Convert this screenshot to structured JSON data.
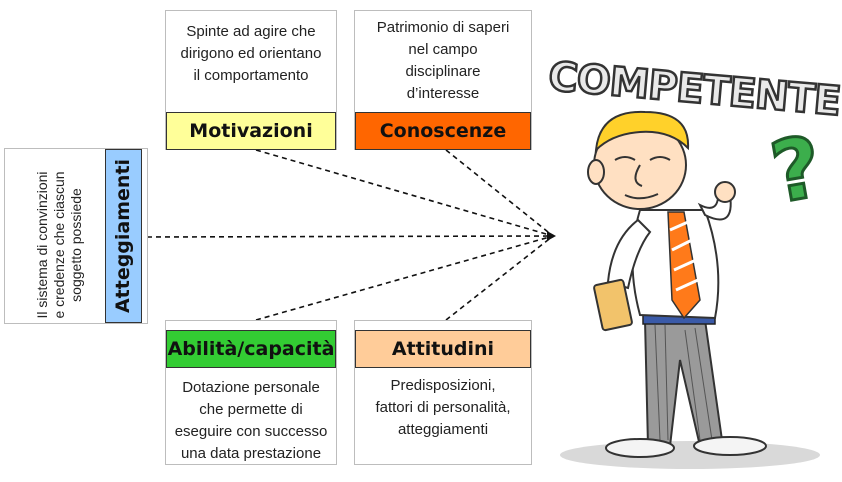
{
  "center_title": "COMPETENTE",
  "question_mark": "?",
  "boxes": {
    "motivazioni": {
      "label": "Motivazioni",
      "text": "Spinte ad agire che\ndirigono ed orientano\nil comportamento",
      "color": "#ffff99"
    },
    "conoscenze": {
      "label": "Conoscenze",
      "text": "Patrimonio di saperi\nnel campo\ndisciplinare\nd’interesse",
      "color": "#ff6600"
    },
    "abilita": {
      "label": "Abilità/capacità",
      "text": "Dotazione personale\nche permette di\neseguire con successo\nuna data prestazione",
      "color": "#33cc33"
    },
    "attitudini": {
      "label": "Attitudini",
      "text": "Predisposizioni,\nfattori di personalità,\natteggiamenti",
      "color": "#ffcc99"
    },
    "atteggiamenti": {
      "label": "Atteggiamenti",
      "text": "Il sistema di convinzioni\ne credenze che ciascun\nsoggetto possiede",
      "color": "#99ccff"
    }
  }
}
